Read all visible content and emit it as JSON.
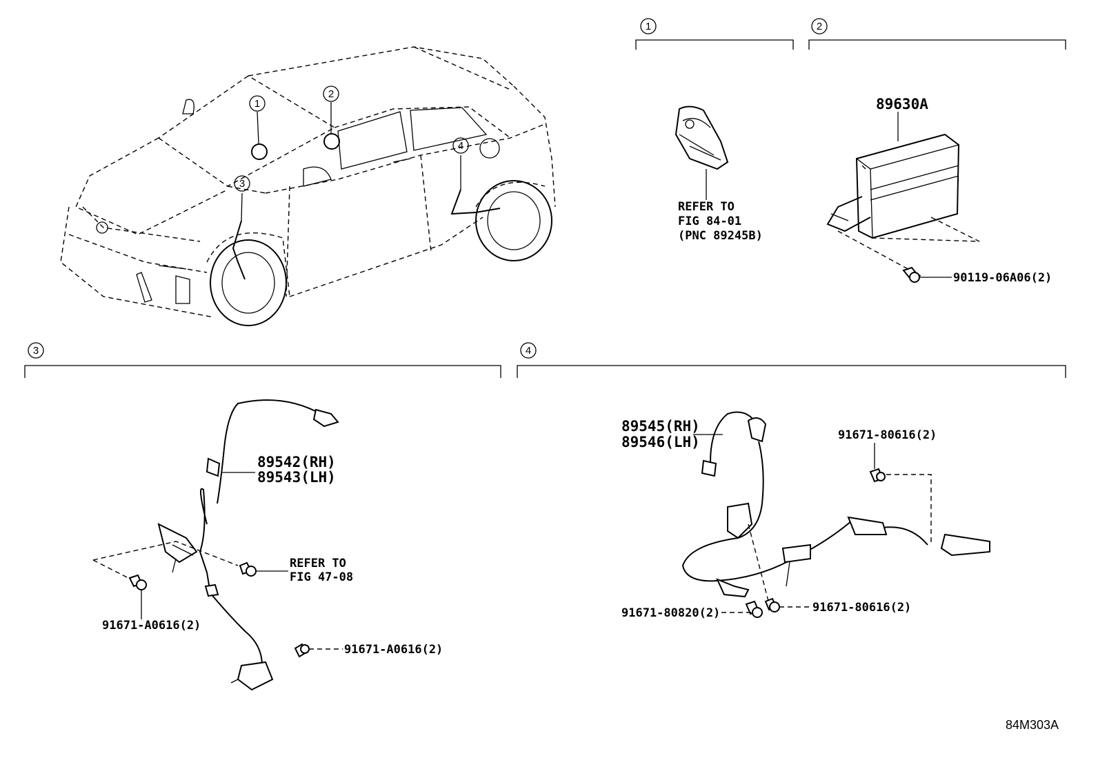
{
  "diagram_code": "84M303A",
  "callouts": {
    "c1": "1",
    "c2": "2",
    "c3": "3",
    "c4": "4"
  },
  "section1": {
    "refer_line1": "REFER TO",
    "refer_line2": "FIG 84-01",
    "refer_line3": "(PNC 89245B)"
  },
  "section2": {
    "part_ecu": "89630A",
    "part_bolt": "90119-06A06(2)"
  },
  "section3": {
    "part_rh": "89542(RH)",
    "part_lh": "89543(LH)",
    "refer_line1": "REFER TO",
    "refer_line2": "FIG 47-08",
    "bolt_left": "91671-A0616(2)",
    "bolt_right": "91671-A0616(2)"
  },
  "section4": {
    "part_rh": "89545(RH)",
    "part_lh": "89546(LH)",
    "bolt_top": "91671-80616(2)",
    "bolt_left": "91671-80820(2)",
    "bolt_right": "91671-80616(2)"
  }
}
